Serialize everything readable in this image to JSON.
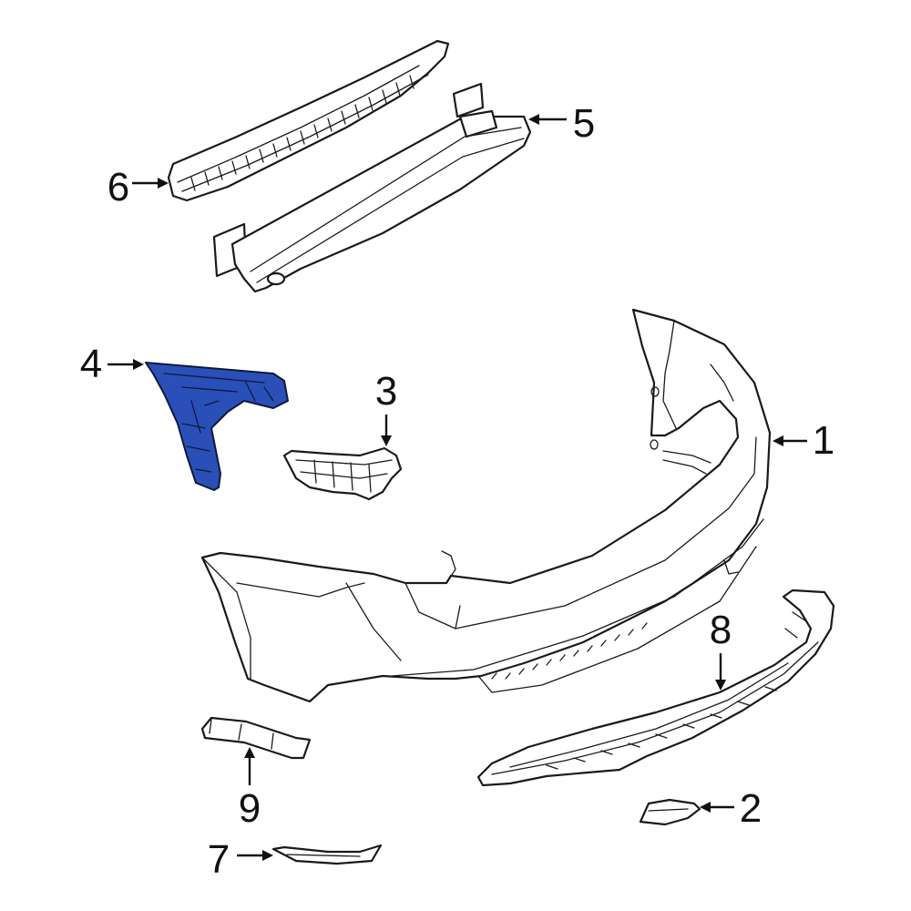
{
  "highlight_color": "#2b4fb8",
  "callouts": [
    {
      "id": "1",
      "label": "1",
      "part": "bumper-cover"
    },
    {
      "id": "2",
      "label": "2",
      "part": "reflector"
    },
    {
      "id": "3",
      "label": "3",
      "part": "side-bracket"
    },
    {
      "id": "4",
      "label": "4",
      "part": "mounting-bracket"
    },
    {
      "id": "5",
      "label": "5",
      "part": "impact-bar"
    },
    {
      "id": "6",
      "label": "6",
      "part": "energy-absorber"
    },
    {
      "id": "7",
      "label": "7",
      "part": "trim-strip"
    },
    {
      "id": "8",
      "label": "8",
      "part": "lower-valance"
    },
    {
      "id": "9",
      "label": "9",
      "part": "bracket-block"
    }
  ]
}
